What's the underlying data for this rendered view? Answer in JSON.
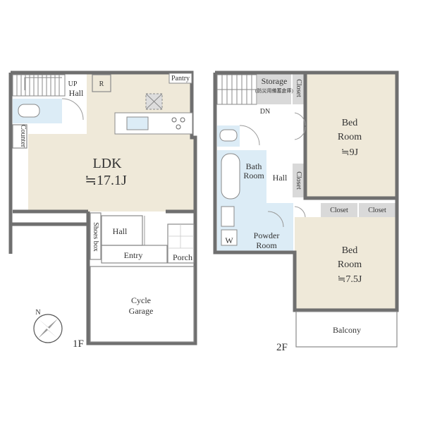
{
  "floor1": {
    "tag": "1F",
    "up": "UP",
    "hall_top": "Hall",
    "counter": "Counter",
    "r_mark": "R",
    "pantry": "Pantry",
    "ldk": "LDK",
    "ldk_size": "≒17.1J",
    "shoes_box": "Shoes box",
    "hall": "Hall",
    "entry": "Entry",
    "porch": "Porch",
    "cycle": "Cycle",
    "garage": "Garage"
  },
  "floor2": {
    "tag": "2F",
    "storage": "Storage",
    "storage_note": "(防災用備蓄倉庫)",
    "closet": "Closet",
    "dn": "DN",
    "bath": "Bath",
    "bath_room": "Room",
    "hall": "Hall",
    "w_mark": "W",
    "powder": "Powder",
    "powder_room": "Room",
    "bed1_a": "Bed",
    "bed1_b": "Room",
    "bed1_size": "≒9J",
    "bed2_a": "Bed",
    "bed2_b": "Room",
    "bed2_size": "≒7.5J",
    "balcony": "Balcony"
  },
  "compass": {
    "north": "N"
  },
  "colors": {
    "room_fill": "#efe9d9",
    "wet_fill": "#dcecf6",
    "storage_fill": "#d9d9d9",
    "wall": "#6f6f6f"
  }
}
